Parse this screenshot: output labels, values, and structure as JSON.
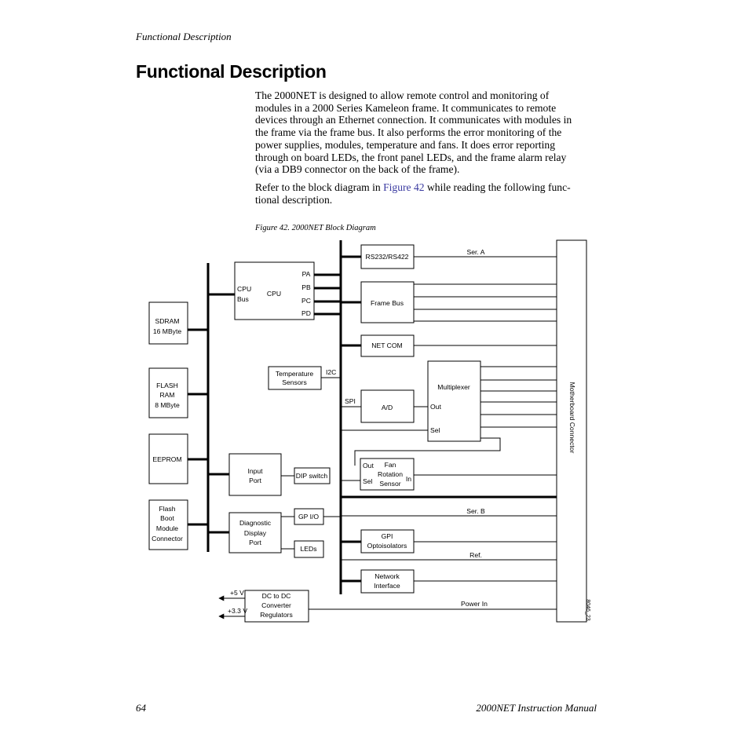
{
  "header": {
    "running_title": "Functional Description"
  },
  "section": {
    "title": "Functional Description"
  },
  "body": {
    "p1_lines": [
      "The 2000NET is designed to allow remote control and monitoring of",
      "modules in a 2000 Series Kameleon frame. It communicates to remote",
      "devices through an Ethernet connection. It communicates with modules in",
      "the frame via the frame bus. It also performs the error monitoring of the",
      "power supplies, modules, temperature and fans. It does error reporting",
      "through on board LEDs, the front panel LEDs, and the frame alarm relay",
      "(via a DB9 connector on the back of the frame)."
    ],
    "p2_before": "Refer to the block diagram in ",
    "p2_link": "Figure 42",
    "p2_after_line1": " while reading the following func-",
    "p2_line2": "tional description."
  },
  "figure": {
    "caption": "Figure 42.  2000NET Block Diagram",
    "blocks": {
      "sdram": [
        "SDRAM",
        "16 MByte"
      ],
      "flash_ram": [
        "FLASH",
        "RAM",
        "8 MByte"
      ],
      "eeprom": [
        "EEPROM"
      ],
      "flash_boot": [
        "Flash",
        "Boot",
        "Module",
        "Connector"
      ],
      "cpu": {
        "label": "CPU",
        "bus_label": [
          "CPU",
          "Bus"
        ],
        "ports": [
          "PA",
          "PB",
          "PC",
          "PD"
        ]
      },
      "temp_sensors": [
        "Temperature",
        "Sensors"
      ],
      "input_port": [
        "Input",
        "Port"
      ],
      "dip_switch": [
        "DIP switch"
      ],
      "diag_display": [
        "Diagnostic",
        "Display",
        "Port"
      ],
      "gp_io": [
        "GP I/O"
      ],
      "leds": [
        "LEDs"
      ],
      "dc_dc": [
        "DC to DC",
        "Converter",
        "Regulators"
      ],
      "rs232": [
        "RS232/RS422"
      ],
      "frame_bus": [
        "Frame Bus"
      ],
      "net_com": [
        "NET COM"
      ],
      "ad": [
        "A/D"
      ],
      "multiplexer": {
        "label": "Multiplexer",
        "out": "Out",
        "sel": "Sel"
      },
      "fan_sensor": {
        "label": [
          "Fan",
          "Rotation",
          "Sensor"
        ],
        "out": "Out",
        "sel": "Sel",
        "in": "In"
      },
      "gpi_opto": [
        "GPI",
        "Optoisolators"
      ],
      "network_if": [
        "Network",
        "Interface"
      ],
      "motherboard": "Motherboard Connector"
    },
    "signals": {
      "i2c": "I2C",
      "spi": "SPI",
      "ser_a": "Ser. A",
      "ser_b": "Ser. B",
      "ref": "Ref.",
      "power_in": "Power In",
      "v5": "+5 V",
      "v33": "+3.3 V"
    },
    "figure_id": "8046_23"
  },
  "footer": {
    "page_number": "64",
    "manual_title": "2000NET Instruction Manual"
  }
}
